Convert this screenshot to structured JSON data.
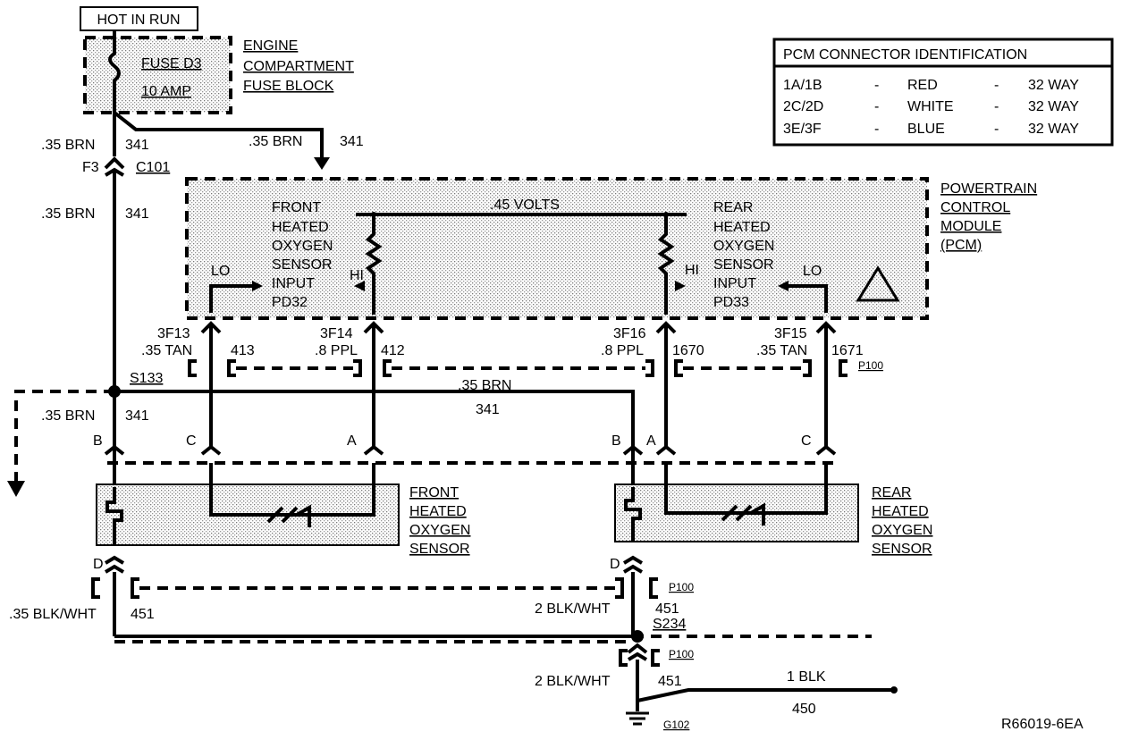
{
  "top_label": "HOT IN RUN",
  "fuse": {
    "name": "FUSE D3",
    "rating": "10 AMP"
  },
  "fuse_block": [
    "ENGINE",
    "COMPARTMENT",
    "FUSE BLOCK"
  ],
  "pcm_table": {
    "title": "PCM CONNECTOR IDENTIFICATION",
    "rows": [
      {
        "pins": "1A/1B",
        "sep1": "-",
        "color": "RED",
        "sep2": "-",
        "way": "32 WAY"
      },
      {
        "pins": "2C/2D",
        "sep1": "-",
        "color": "WHITE",
        "sep2": "-",
        "way": "32 WAY"
      },
      {
        "pins": "3E/3F",
        "sep1": "-",
        "color": "BLUE",
        "sep2": "-",
        "way": "32 WAY"
      }
    ]
  },
  "pcm_module": [
    "POWERTRAIN",
    "CONTROL",
    "MODULE",
    "(PCM)"
  ],
  "front_input": [
    "FRONT",
    "HEATED",
    "OXYGEN",
    "SENSOR",
    "INPUT",
    "PD32"
  ],
  "rear_input": [
    "REAR",
    "HEATED",
    "OXYGEN",
    "SENSOR",
    "INPUT",
    "PD33"
  ],
  "volts": ".45 VOLTS",
  "lo": "LO",
  "hi": "HI",
  "wires": {
    "brn_left_top": ".35 BRN",
    "circ_341": "341",
    "brn_right_top": ".35 BRN",
    "f3": "F3",
    "c101": "C101",
    "brn_mid": ".35 BRN",
    "s133": "S133",
    "brn_low": ".35 BRN",
    "pin_3f13": "3F13",
    "tan_left": ".35 TAN",
    "circ_413": "413",
    "pin_3f14": "3F14",
    "ppl_left": ".8 PPL",
    "circ_412": "412",
    "pin_3f16": "3F16",
    "ppl_right": ".8 PPL",
    "circ_1670": "1670",
    "pin_3f15": "3F15",
    "tan_right": ".35 TAN",
    "circ_1671": "1671",
    "p100": "P100",
    "brn_center": ".35 BRN",
    "circ_341_center": "341",
    "blk_wht_left": ".35 BLK/WHT",
    "circ_451": "451",
    "blk_wht_right": "2 BLK/WHT",
    "s234": "S234",
    "blk_wht_bottom": "2 BLK/WHT",
    "blk": "1 BLK",
    "circ_450": "450",
    "g102": "G102"
  },
  "pins": {
    "B": "B",
    "C": "C",
    "A": "A",
    "D": "D"
  },
  "front_sensor": [
    "FRONT",
    "HEATED",
    "OXYGEN",
    "SENSOR"
  ],
  "rear_sensor": [
    "REAR",
    "HEATED",
    "OXYGEN",
    "SENSOR"
  ],
  "figure_id": "R66019-6EA"
}
